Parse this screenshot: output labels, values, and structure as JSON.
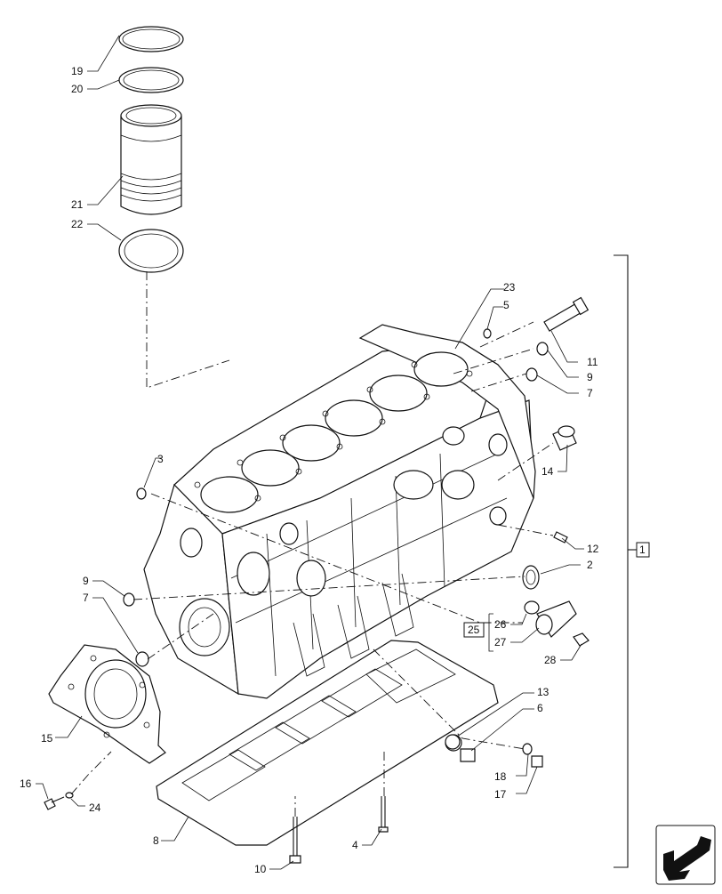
{
  "diagram": {
    "callouts": {
      "c1": "1",
      "c2": "2",
      "c3": "3",
      "c4": "4",
      "c5": "5",
      "c6": "6",
      "c7a": "7",
      "c7b": "7",
      "c8": "8",
      "c9a": "9",
      "c9b": "9",
      "c10": "10",
      "c11": "11",
      "c12": "12",
      "c13": "13",
      "c14": "14",
      "c15": "15",
      "c16": "16",
      "c17": "17",
      "c18": "18",
      "c19": "19",
      "c20": "20",
      "c21": "21",
      "c22": "22",
      "c23": "23",
      "c24": "24",
      "c25": "25",
      "c26": "26",
      "c27": "27",
      "c28": "28"
    },
    "nav_icon": "next-page-arrow-icon"
  }
}
